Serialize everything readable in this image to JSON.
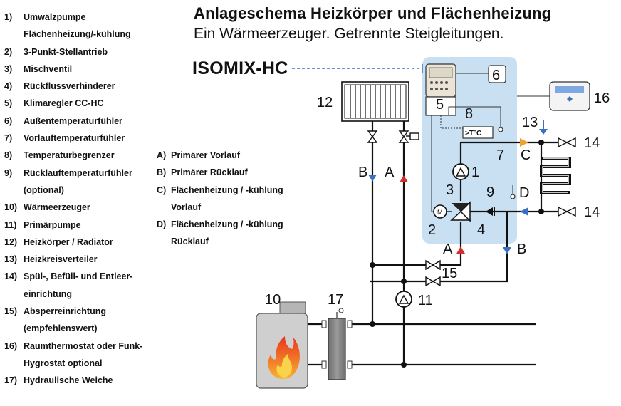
{
  "title": "Anlageschema Heizkörper und Flächenheizung",
  "subtitle": "Ein Wärmeerzeuger. Getrennte Steigleitungen.",
  "product": "ISOMIX-HC",
  "legend_numbered": [
    {
      "num": "1)",
      "lines": [
        "Umwälzpumpe",
        "Flächenheizung/-kühlung"
      ]
    },
    {
      "num": "2)",
      "lines": [
        "3-Punkt-Stellantrieb"
      ]
    },
    {
      "num": "3)",
      "lines": [
        "Mischventil"
      ]
    },
    {
      "num": "4)",
      "lines": [
        "Rückflussverhinderer"
      ]
    },
    {
      "num": "5)",
      "lines": [
        "Klimaregler CC-HC"
      ]
    },
    {
      "num": "6)",
      "lines": [
        "Außentemperaturfühler"
      ]
    },
    {
      "num": "7)",
      "lines": [
        "Vorlauftemperaturfühler"
      ]
    },
    {
      "num": "8)",
      "lines": [
        "Temperaturbegrenzer"
      ]
    },
    {
      "num": "9)",
      "lines": [
        "Rücklauftemperaturfühler",
        "(optional)"
      ]
    },
    {
      "num": "10)",
      "lines": [
        "Wärmeerzeuger"
      ]
    },
    {
      "num": "11)",
      "lines": [
        "Primärpumpe"
      ]
    },
    {
      "num": "12)",
      "lines": [
        "Heizkörper / Radiator"
      ]
    },
    {
      "num": "13)",
      "lines": [
        "Heizkreisverteiler"
      ]
    },
    {
      "num": "14)",
      "lines": [
        "Spül-, Befüll- und Entleer-",
        "einrichtung"
      ]
    },
    {
      "num": "15)",
      "lines": [
        "Absperreinrichtung",
        "(empfehlenswert)"
      ]
    },
    {
      "num": "16)",
      "lines": [
        "Raumthermostat oder Funk-",
        "Hygrostat optional"
      ]
    },
    {
      "num": "17)",
      "lines": [
        "Hydraulische Weiche"
      ]
    }
  ],
  "legend_lettered": [
    {
      "num": "A)",
      "lines": [
        "Primärer Vorlauf"
      ]
    },
    {
      "num": "B)",
      "lines": [
        "Primärer Rücklauf"
      ]
    },
    {
      "num": "C)",
      "lines": [
        "Flächenheizung / -kühlung",
        "Vorlauf"
      ]
    },
    {
      "num": "D)",
      "lines": [
        "Flächenheizung / -kühlung",
        "Rücklauf"
      ]
    }
  ],
  "labels": {
    "n1": "1",
    "n2": "2",
    "n3": "3",
    "n4": "4",
    "n5": "5",
    "n6": "6",
    "n7": "7",
    "n8": "8",
    "n9": "9",
    "n10": "10",
    "n11": "11",
    "n12": "12",
    "n13": "13",
    "n14a": "14",
    "n14b": "14",
    "n15": "15",
    "n16": "16",
    "n17": "17",
    "a_left": "A",
    "b_left": "B",
    "a_right": "A",
    "b_right": "B",
    "c": "C",
    "d": "D",
    "limiter": ">T°C"
  },
  "colors": {
    "panel": "#c9e0f3",
    "pipe": "#111111",
    "flow_arrow_red": "#d62b2b",
    "return_arrow_blue": "#3b6fc4",
    "supply_arrow_orange": "#f0a030",
    "dashed_link": "#3b6fc4",
    "boiler": "#cfcfcf",
    "flame": "#f05a1a"
  }
}
